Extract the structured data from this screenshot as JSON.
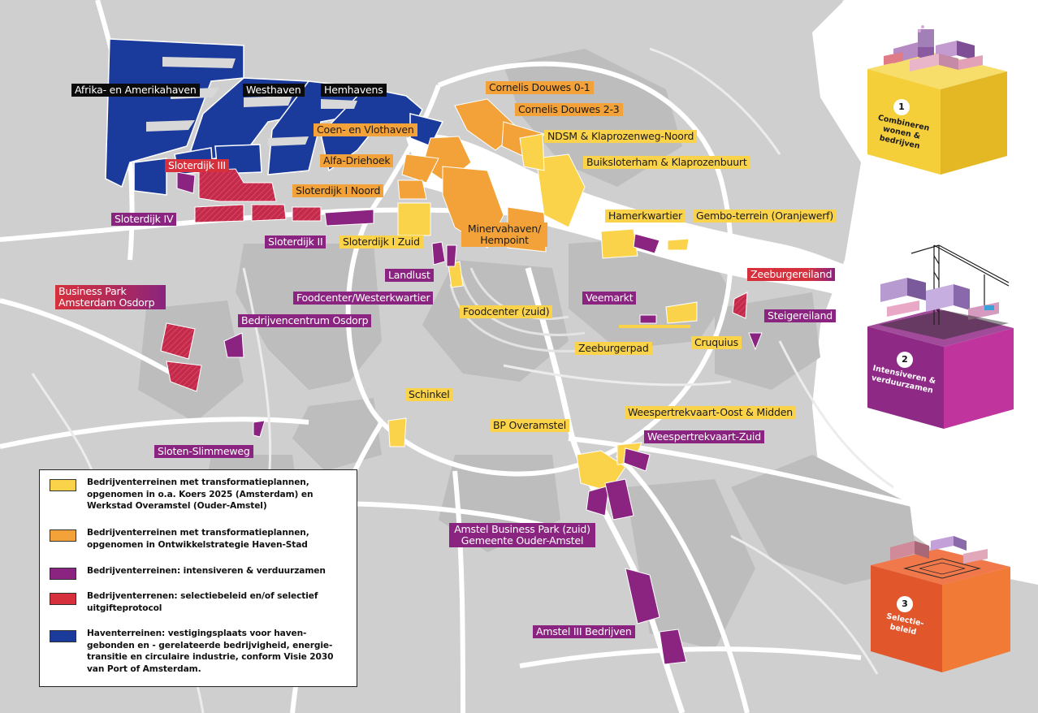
{
  "colors": {
    "yellow": "#fbd34a",
    "orange": "#f2a238",
    "purple": "#8a2480",
    "red": "#d6303c",
    "blue": "#1a3a9c",
    "label_black": "#0b0b0b",
    "land": "#c8c8c8"
  },
  "labels": {
    "afrika": "Afrika- en Amerikahaven",
    "westhaven": "Westhaven",
    "hemhavens": "Hemhavens",
    "coen": "Coen- en Vlothaven",
    "alfa": "Alfa-Driehoek",
    "sloterdijk_i_noord": "Sloterdijk I Noord",
    "sloterdijk_i_zuid": "Sloterdijk I Zuid",
    "cornelis_01": "Cornelis Douwes 0-1",
    "cornelis_23": "Cornelis Douwes 2-3",
    "ndsm": "NDSM & Klaprozenweg-Noord",
    "buiksloterham": "Buiksloterham & Klaprozenbuurt",
    "minerva": "Minervahaven/ Hempoint",
    "hamerkwartier": "Hamerkwartier",
    "gembo": "Gembo-terrein (Oranjewerf)",
    "sloterdijk_iii": "Sloterdijk III",
    "sloterdijk_iv": "Sloterdijk IV",
    "sloterdijk_ii": "Sloterdijk II",
    "landlust": "Landlust",
    "foodcenter_west": "Foodcenter/Westerkwartier",
    "foodcenter_zuid": "Foodcenter (zuid)",
    "business_park_osdorp": "Business Park Amsterdam Osdorp",
    "bedrijvencentrum_osdorp": "Bedrijvencentrum Osdorp",
    "veemarkt": "Veemarkt",
    "zeeburgerpad": "Zeeburgerpad",
    "cruquius": "Cruquius",
    "zeeburgereiland": "Zeeburgereiland",
    "steigereiland": "Steigereiland",
    "schinkel": "Schinkel",
    "bp_overamstel": "BP Overamstel",
    "weesper_oost": "Weespertrekvaart-Oost & Midden",
    "weesper_zuid": "Weespertrekvaart-Zuid",
    "sloten": "Sloten-Slimmeweg",
    "amstel_bp_zuid": "Amstel Business Park (zuid) Gemeente Ouder-Amstel",
    "amstel_iii": "Amstel III Bedrijven"
  },
  "legend": [
    {
      "color": "#fbd34a",
      "text": "Bedrijventerreinen met transformatieplannen, opgenomen in o.a. Koers 2025 (Amsterdam) en Werkstad Overamstel (Ouder-Amstel)"
    },
    {
      "color": "#f2a238",
      "text": "Bedrijventerreinen met transformatieplannen, opgenomen in Ontwikkelstrategie Haven-Stad"
    },
    {
      "color": "#8a2480",
      "text": "Bedrijventerreinen: intensiveren & verduurzamen"
    },
    {
      "color": "#d6303c",
      "text": "Bedrijventerrenen: selectiebeleid en/of selectief uitgifteprotocol"
    },
    {
      "color": "#1a3a9c",
      "text": "Haventerreinen: vestigingsplaats voor haven-gebonden en - gerelateerde bedrijvigheid, energie-transitie en circulaire industrie, conform Visie 2030 van Port of Amsterdam."
    }
  ],
  "strategies": [
    {
      "number": "1",
      "text": "Combineren wonen & bedrijven",
      "color": "#f5cf3a"
    },
    {
      "number": "2",
      "text": "Intensiveren & verduurzamen",
      "color": "#8e2a86"
    },
    {
      "number": "3",
      "text": "Selectie-beleid",
      "color": "#e2562c"
    }
  ]
}
